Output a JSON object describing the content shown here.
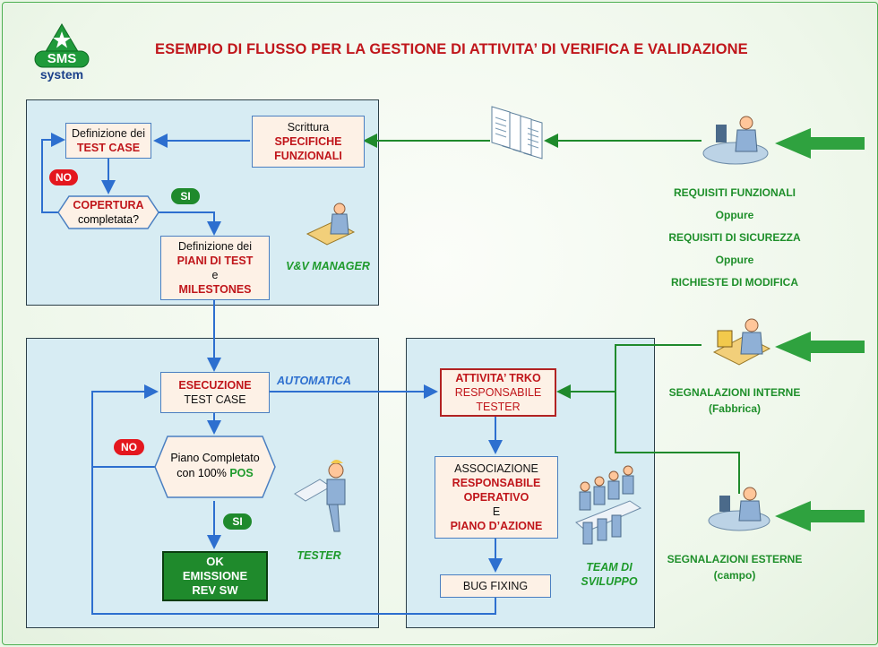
{
  "title": "ESEMPIO DI FLUSSO PER LA GESTIONE DI ATTIVITA’ DI VERIFICA E VALIDAZIONE",
  "logo": {
    "text": "SMS",
    "subtext": "system"
  },
  "colors": {
    "red": "#c0161b",
    "green": "#1e9a2b",
    "blue": "#2d6fcf",
    "panel": "#d7ecf3",
    "box": "#fdf1e6"
  },
  "vv": {
    "testcase": {
      "line1": "Definizione dei",
      "line2": "TEST CASE"
    },
    "spec": {
      "line1": "Scrittura",
      "line2": "SPECIFICHE",
      "line3": "FUNZIONALI"
    },
    "coverage": {
      "line1": "COPERTURA",
      "line2": "completata?"
    },
    "no": "NO",
    "si": "SI",
    "plans": {
      "line1": "Definizione dei",
      "line2": "PIANI DI TEST",
      "line3": "e",
      "line4": "MILESTONES"
    },
    "role": "V&V MANAGER"
  },
  "tester": {
    "exec": {
      "line1": "ESECUZIONE",
      "line2": "TEST CASE"
    },
    "automatic": "AUTOMATICA",
    "no": "NO",
    "piano": {
      "line1": "Piano Completato",
      "line2a": "con 100% ",
      "line2b": "POS"
    },
    "si": "SI",
    "ok": {
      "line1": "OK",
      "line2": "EMISSIONE",
      "line3": "REV SW"
    },
    "role": "TESTER"
  },
  "team": {
    "trko": {
      "line1": "ATTIVITA’ TRKO",
      "line2": "RESPONSABILE",
      "line3": "TESTER"
    },
    "assoc": {
      "line1": "ASSOCIAZIONE",
      "line2": "RESPONSABILE",
      "line3": "OPERATIVO",
      "line4": "E",
      "line5": "PIANO D’AZIONE"
    },
    "bug": "BUG FIXING",
    "role_line1": "TEAM DI",
    "role_line2": "SVILUPPO"
  },
  "inputs": {
    "req1": "REQUISITI FUNZIONALI",
    "or1": "Oppure",
    "req2": "REQUISITI DI SICUREZZA",
    "or2": "Oppure",
    "req3": "RICHIESTE DI MODIFICA",
    "internal": "SEGNALAZIONI INTERNE",
    "internal_sub": "(Fabbrica)",
    "external": "SEGNALAZIONI ESTERNE",
    "external_sub": "(campo)"
  }
}
